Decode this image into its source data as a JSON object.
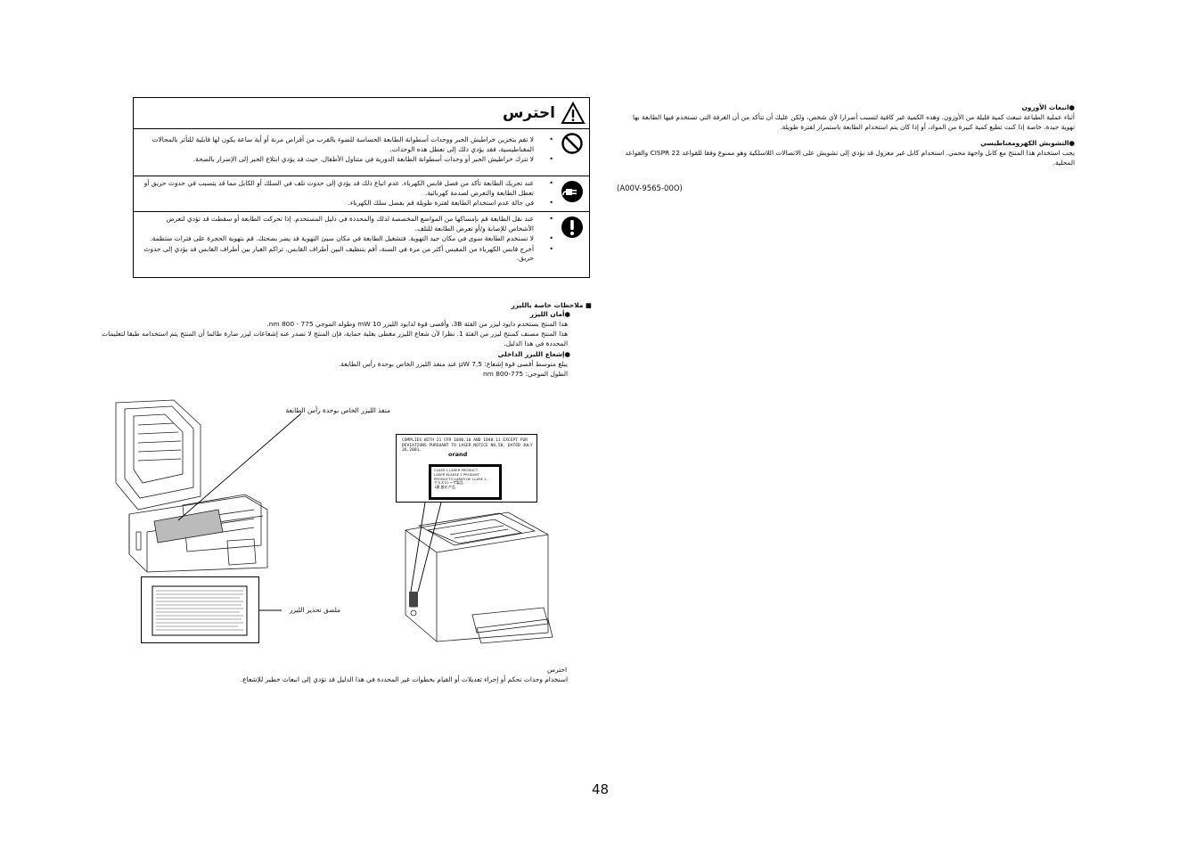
{
  "right_column": {
    "ozone_heading": "●انبعاث الأوزون",
    "ozone_text": "أثناء عملية الطباعة تنبعث كمية قليلة من الأوزون. وهذه الكمية غير كافية لتسبب أضرارا لأي شخص، ولكن عليك أن تتأكد من أن الغرفة التي تستخدم فيها الطابعة بها تهوية جيدة، خاصة إذا كنت تطبع كمية كبيرة من المواد، أو إذا كان يتم استخدام الطابعة باستمرار لفترة طويلة.",
    "emc_heading": "●التشويش الكهرومغناطيسي",
    "emc_text": "يجب استخدام هذا المنتج مع كابل واجهة محمي. استخدام كابل غير معزول قد يؤدي إلى تشويش على الاتصالات اللاسلكية وهو ممنوع وفقا للقواعد CISPR 22 والقواعد المحلية.",
    "code": "(A00V-9565-00O)"
  },
  "warning": {
    "title": "احترس",
    "rows": [
      {
        "icon": "prohibited-icon",
        "items": [
          "لا تقم بتخزين خراطيش الحبر ووحدات أسطوانة الطابعة الحساسة للضوء بالقرب من أقراص مرنة أو أية ساعة يكون لها قابلية للتأثر بالمجالات المغناطيسية، فقد يؤدي ذلك إلى تعطل هذه الوحدات.",
          "لا تترك خراطيش الحبر أو وحدات أسطوانة الطابعة الدورية في متناول الأطفال. حيث قد يؤدي ابتلاع الحبر إلى الإضرار بالصحة."
        ]
      },
      {
        "icon": "unplug-icon",
        "items": [
          "عند تحريك الطابعة تأكد من فصل قابس الكهرباء. عدم اتباع ذلك قد يؤدي إلى حدوث تلف في السلك أو الكابل مما قد يتسبب في حدوث حريق أو تعطل الطابعة والتعرض لصدمة كهربائية.",
          "في حالة عدم استخدام الطابعة لفترة طويلة قم بفصل سلك الكهرباء."
        ]
      },
      {
        "icon": "mandatory-icon",
        "items": [
          "عند نقل الطابعة قم بإمساكها من المواضع المخصصة لذلك والمحددة في دليل المستخدم. إذا تحركت الطابعة أو سقطت قد تؤدي لتعرض الأشخاص للإصابة و/أو تعرض الطابعة للتلف.",
          "لا تستخدم الطابعة سوى في مكان جيد التهوية. فتشغيل الطابعة في مكان سيئ التهوية قد يضر بصحتك. قم بتهوية الحجرة على فترات منتظمة.",
          "أخرج قابس الكهرباء من المقبس أكثر من مرة في السنة، أقم بتنظيف البين أطراف القابس. تراكم الغبار بين أطراف القابس قد يؤدي إلى حدوث حريق."
        ]
      }
    ]
  },
  "laser": {
    "section_heading": "■ ملاحظات خاصة بالليزر",
    "safety_heading": "●أمان الليزر",
    "safety_line1": "هذا المنتج يستخدم دايود ليزر من الفئة 3B، وأقصى قوة لدايود الليزر 10 mW وطوله الموجي 775 - 800 nm.",
    "safety_line2": "هذا المنتج مصنف كمنتج ليزر من الفئة 1. نظرا لأن شعاع الليزر مغطى بغلبة حماية، فإن المنتج لا تصدر عنه إشعاعات ليزر ضارة طالما أن المنتج يتم استخدامه طبقا لتعليمات المحددة في هذا الدليل.",
    "emission_heading": "●إشعاع الليزر الداخلي",
    "emission_line1": "يبلغ متوسط أقصى قوة إشعاع: 7,5 μW عند منفذ الليزر الخاص بوحدة رأس الطابعة.",
    "emission_line2": "الطول الموجي: 775-800 nm"
  },
  "figures": {
    "aperture_label": "منفذ الليزر الخاص بوحدة رأس الطابعة",
    "sticker_label": "ملصق تحذير الليزر",
    "compliance_text": "COMPLIES WITH 21 CFR 1040.10 AND 1040.11 EXCEPT FOR DEVIATIONS PURSUANT TO LASER NOTICE NO.50, DATED JULY 26,2001.",
    "brand": "orand",
    "class_lines": [
      "CLASS 1 LASER PRODUCT",
      "LASER KLASSE 1 PRODUKT",
      "PRODUCTO LASER DE CLASE 1",
      "クラス1レーザ製品",
      "1類 激光 产品"
    ]
  },
  "caution": {
    "title": "احترس",
    "text": "استخدام وحدات تحكم أو إجراء تعديلات أو القيام بخطوات غير المحددة في هذا الدليل قد تؤدي إلى انبعاث خطير للإشعاع."
  },
  "page_number": "48"
}
